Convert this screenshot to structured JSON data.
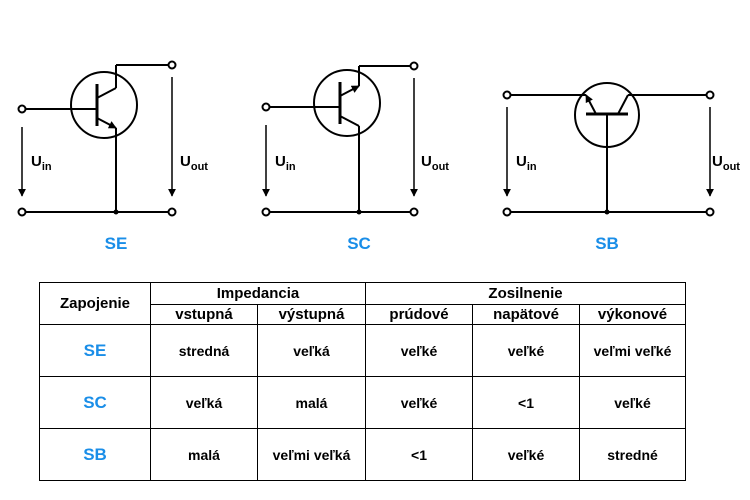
{
  "colors": {
    "accent": "#1a8ee8",
    "line": "#000000"
  },
  "circuits": [
    {
      "name": "SE",
      "input_label": "U",
      "input_sub": "in",
      "output_label": "U",
      "output_sub": "out"
    },
    {
      "name": "SC",
      "input_label": "U",
      "input_sub": "in",
      "output_label": "U",
      "output_sub": "out"
    },
    {
      "name": "SB",
      "input_label": "U",
      "input_sub": "in",
      "output_label": "U",
      "output_sub": "out"
    }
  ],
  "table": {
    "header": {
      "col0": "Zapojenie",
      "group1": "Impedancia",
      "group2": "Zosilnenie",
      "sub": [
        "vstupná",
        "výstupná",
        "prúdové",
        "napätové",
        "výkonové"
      ]
    },
    "rows": [
      {
        "name": "SE",
        "cells": [
          "stredná",
          "veľká",
          "veľké",
          "veľké",
          "veľmi veľké"
        ]
      },
      {
        "name": "SC",
        "cells": [
          "veľká",
          "malá",
          "veľké",
          "<1",
          "veľké"
        ]
      },
      {
        "name": "SB",
        "cells": [
          "malá",
          "veľmi veľká",
          "<1",
          "veľké",
          "stredné"
        ]
      }
    ]
  }
}
